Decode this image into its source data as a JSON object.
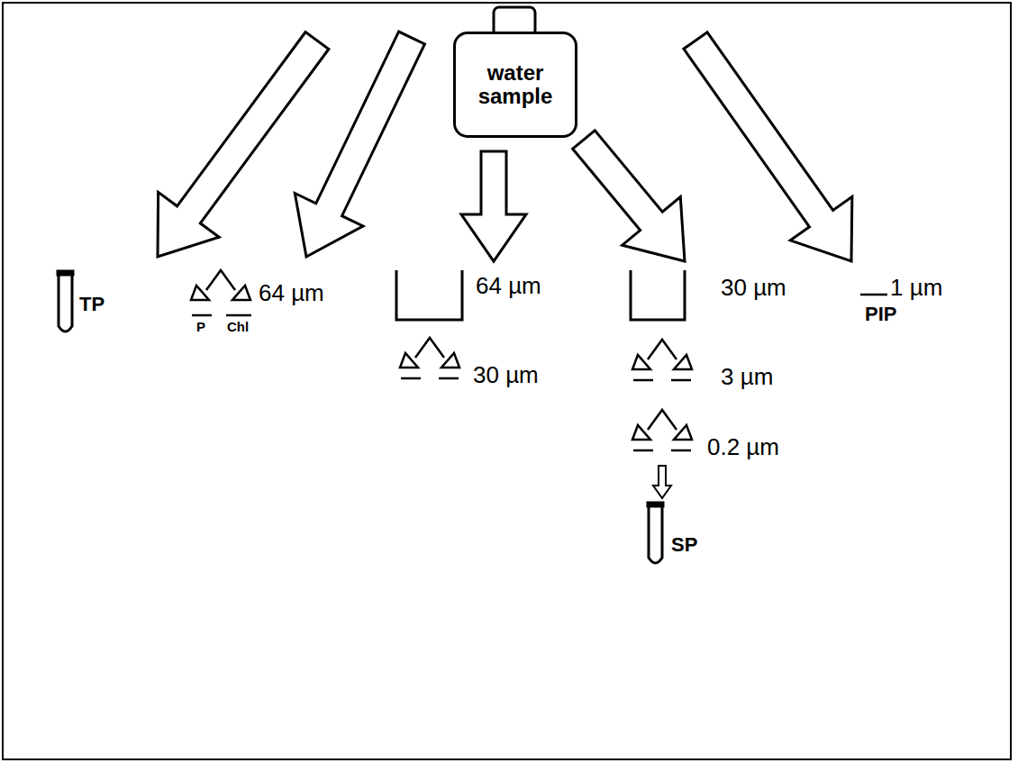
{
  "diagram": {
    "nodes": [
      {
        "text": [
          "water sample"
        ]
      },
      {
        "text": [
          "TP"
        ]
      },
      {
        "text": [
          "64 µm",
          "P",
          "Chl"
        ]
      },
      {
        "text": [
          "64 µm"
        ]
      },
      {
        "text": [
          "30 µm"
        ]
      },
      {
        "text": [
          "30 µm"
        ]
      },
      {
        "text": [
          "3 µm"
        ]
      },
      {
        "text": [
          "0.2 µm"
        ]
      },
      {
        "text": [
          "SP"
        ]
      },
      {
        "text": [
          "1 µm",
          "PIP"
        ]
      }
    ],
    "edges": [
      {
        "from": 0,
        "to": 1,
        "arrow": "to"
      },
      {
        "from": 0,
        "to": 2,
        "arrow": "to"
      },
      {
        "from": 0,
        "to": 3,
        "arrow": "to"
      },
      {
        "from": 0,
        "to": 5,
        "arrow": "to"
      },
      {
        "from": 0,
        "to": 9,
        "arrow": "to"
      },
      {
        "from": 7,
        "to": 8,
        "arrow": "to"
      }
    ]
  }
}
